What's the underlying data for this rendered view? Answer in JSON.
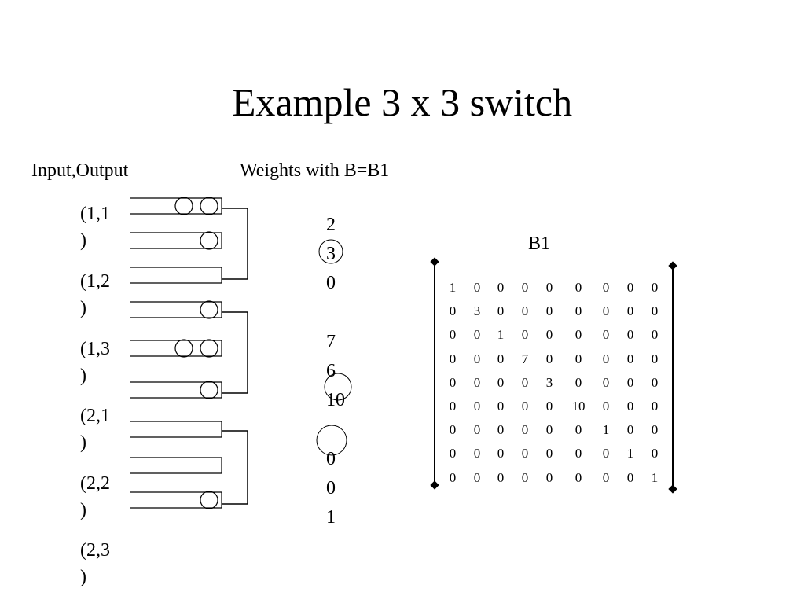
{
  "title": "Example 3 x 3 switch",
  "left_header": "Input,Output",
  "weights_header": "Weights with B=B1",
  "pairs": [
    {
      "l1": "(1,1",
      "l2": ")"
    },
    {
      "l1": "(1,2",
      "l2": ")"
    },
    {
      "l1": "(1,3",
      "l2": ")"
    },
    {
      "l1": "(2,1",
      "l2": ")"
    },
    {
      "l1": "(2,2",
      "l2": ")"
    },
    {
      "l1": "(2,3",
      "l2": ")"
    }
  ],
  "weights": [
    "2",
    "3",
    "0",
    "7",
    "6",
    "10",
    "0",
    "0",
    "1"
  ],
  "queues": [
    2,
    1,
    0,
    1,
    2,
    1,
    0,
    0,
    1
  ],
  "matrix_title": "B1",
  "matrix": [
    [
      "1",
      "0",
      "0",
      "0",
      "0",
      "0",
      "0",
      "0",
      "0"
    ],
    [
      "0",
      "3",
      "0",
      "0",
      "0",
      "0",
      "0",
      "0",
      "0"
    ],
    [
      "0",
      "0",
      "1",
      "0",
      "0",
      "0",
      "0",
      "0",
      "0"
    ],
    [
      "0",
      "0",
      "0",
      "7",
      "0",
      "0",
      "0",
      "0",
      "0"
    ],
    [
      "0",
      "0",
      "0",
      "0",
      "3",
      "0",
      "0",
      "0",
      "0"
    ],
    [
      "0",
      "0",
      "0",
      "0",
      "0",
      "10",
      "0",
      "0",
      "0"
    ],
    [
      "0",
      "0",
      "0",
      "0",
      "0",
      "0",
      "1",
      "0",
      "0"
    ],
    [
      "0",
      "0",
      "0",
      "0",
      "0",
      "0",
      "0",
      "1",
      "0"
    ],
    [
      "0",
      "0",
      "0",
      "0",
      "0",
      "0",
      "0",
      "0",
      "1"
    ]
  ]
}
